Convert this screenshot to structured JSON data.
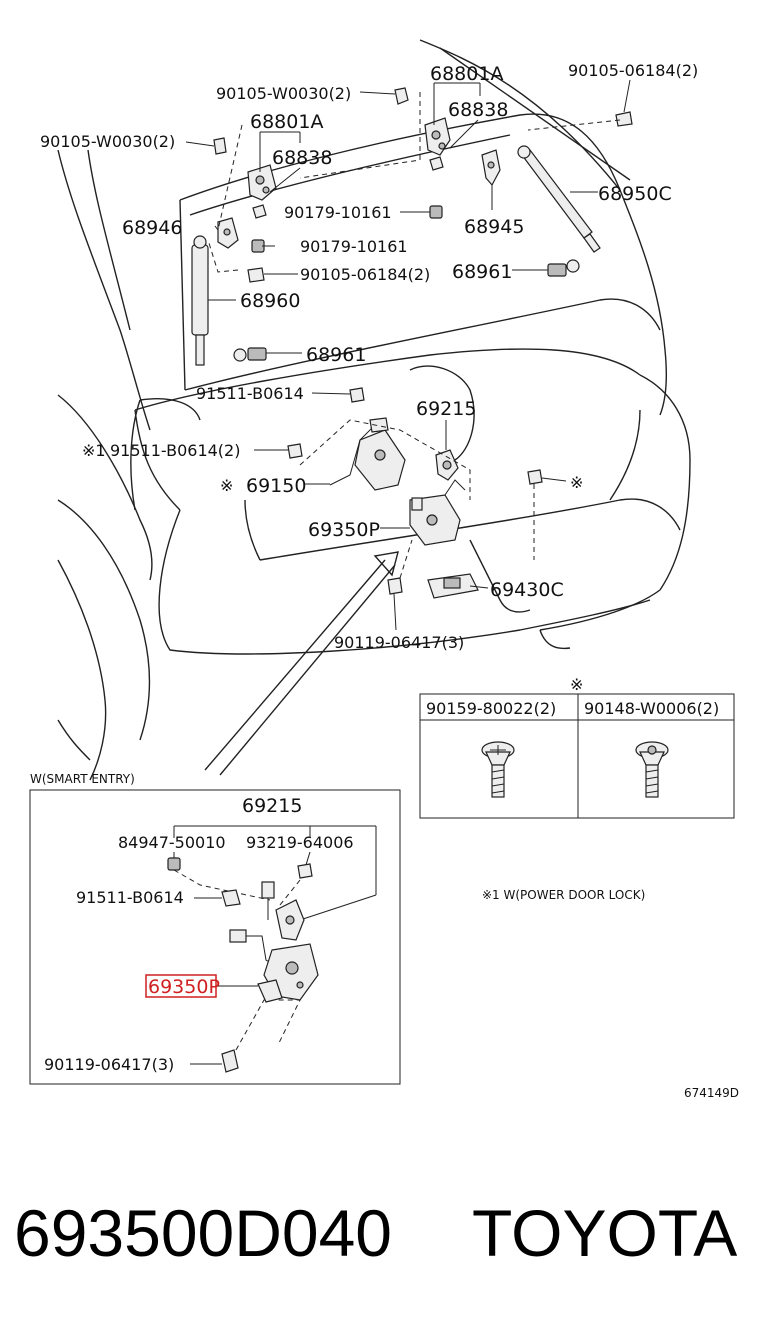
{
  "main_parts": {
    "lbl_68801A_r": "68801A",
    "lbl_68838_r": "68838",
    "lbl_68801A_l": "68801A",
    "lbl_68838_l": "68838",
    "lbl_68950C": "68950C",
    "lbl_68946": "68946",
    "lbl_68945": "68945",
    "lbl_68960": "68960",
    "lbl_68961_r": "68961",
    "lbl_68961_l": "68961",
    "lbl_69215": "69215",
    "lbl_69150": "69150",
    "lbl_69350P": "69350P",
    "lbl_69430C": "69430C"
  },
  "fasteners": {
    "bolt_w0030_top": "90105-W0030(2)",
    "bolt_w0030_left": "90105-W0030(2)",
    "bolt_06184_top": "90105-06184(2)",
    "nut_10161_a": "90179-10161",
    "nut_10161_b": "90179-10161",
    "bolt_06184_mid": "90105-06184(2)",
    "screw_b0614": "91511-B0614",
    "screw_b0614_2": "91511-B0614(2)",
    "bolt_06417": "90119-06417(3)"
  },
  "marks": {
    "ref": "※",
    "ref1": "※1",
    "note_symbol": "※"
  },
  "screw_table": {
    "header_mark": "※",
    "col1": "90159-80022(2)",
    "col2": "90148-W0006(2)"
  },
  "smart_entry": {
    "title": "W(SMART ENTRY)",
    "lbl_69215": "69215",
    "lbl_84947": "84947-50010",
    "lbl_93219": "93219-64006",
    "lbl_91511": "91511-B0614",
    "lbl_69350P": "69350P",
    "lbl_90119": "90119-06417(3)"
  },
  "notes": {
    "power_door_lock": "※1 W(POWER DOOR LOCK)",
    "diagram_id": "674149D"
  },
  "footer": {
    "part_number": "693500D040",
    "brand": "TOYOTA"
  },
  "colors": {
    "highlight": "#d02020",
    "line": "#222222"
  }
}
